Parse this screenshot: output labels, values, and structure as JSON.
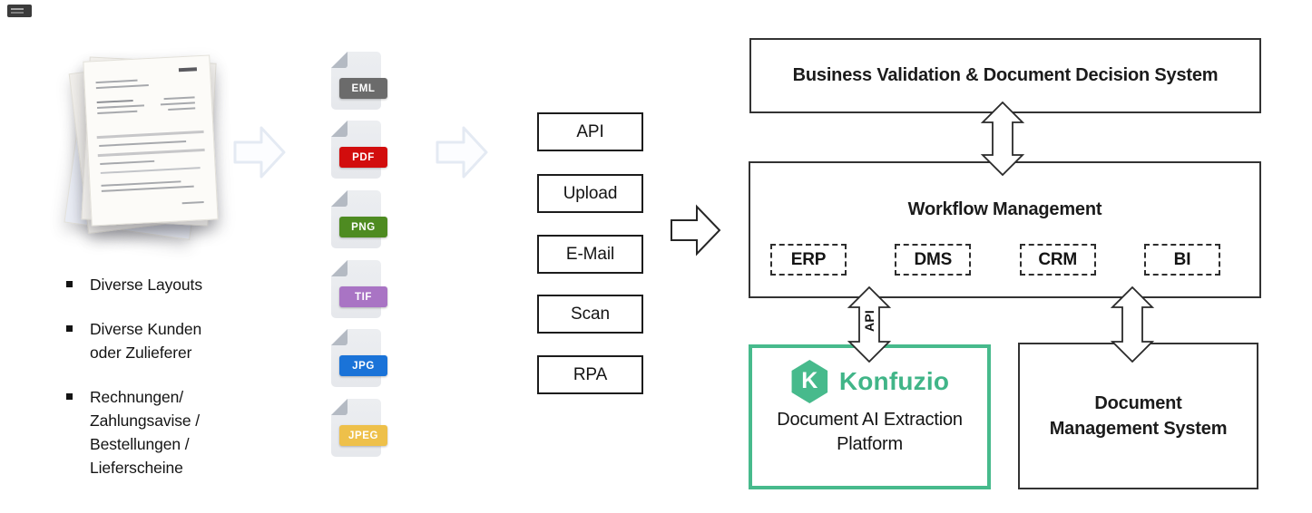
{
  "left_panel": {
    "bullets": [
      {
        "line1": "Diverse Layouts",
        "line2": "",
        "line3": "",
        "line4": ""
      },
      {
        "line1": "Diverse Kunden",
        "line2": "oder Zulieferer",
        "line3": "",
        "line4": ""
      },
      {
        "line1": "Rechnungen/",
        "line2": "Zahlungsavise /",
        "line3": "Bestellungen /",
        "line4": "Lieferscheine"
      }
    ]
  },
  "file_types": [
    {
      "label": "EML",
      "color": "#6b6b6b"
    },
    {
      "label": "PDF",
      "color": "#d20d0d"
    },
    {
      "label": "PNG",
      "color": "#4e8b21"
    },
    {
      "label": "TIF",
      "color": "#a974c4"
    },
    {
      "label": "JPG",
      "color": "#1a73d8"
    },
    {
      "label": "JPEG",
      "color": "#eec04a"
    }
  ],
  "input_channels": [
    {
      "label": "API"
    },
    {
      "label": "Upload"
    },
    {
      "label": "E-Mail"
    },
    {
      "label": "Scan"
    },
    {
      "label": "RPA"
    }
  ],
  "systems": {
    "business_validation": {
      "title": "Business Validation & Document Decision System"
    },
    "workflow": {
      "title": "Workflow Management",
      "integrations": [
        {
          "label": "ERP"
        },
        {
          "label": "DMS"
        },
        {
          "label": "CRM"
        },
        {
          "label": "BI"
        }
      ]
    },
    "konfuzio": {
      "logo_letter": "K",
      "brand": "Konfuzio",
      "subtitle_line1": "Document AI Extraction",
      "subtitle_line2": "Platform",
      "accent_color": "#47ba8c"
    },
    "dms": {
      "title_line1": "Document",
      "title_line2": "Management System"
    }
  },
  "connectors": {
    "api_label": "API"
  }
}
